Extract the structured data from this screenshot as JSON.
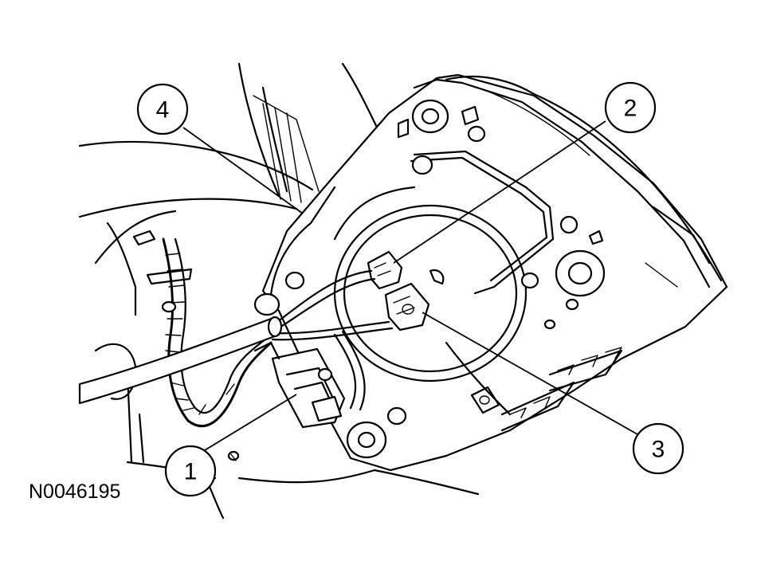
{
  "figure_id": "N0046195",
  "callouts": [
    {
      "number": "1"
    },
    {
      "number": "2"
    },
    {
      "number": "3"
    },
    {
      "number": "4"
    }
  ],
  "colors": {
    "line": "#000000",
    "background": "#ffffff"
  }
}
